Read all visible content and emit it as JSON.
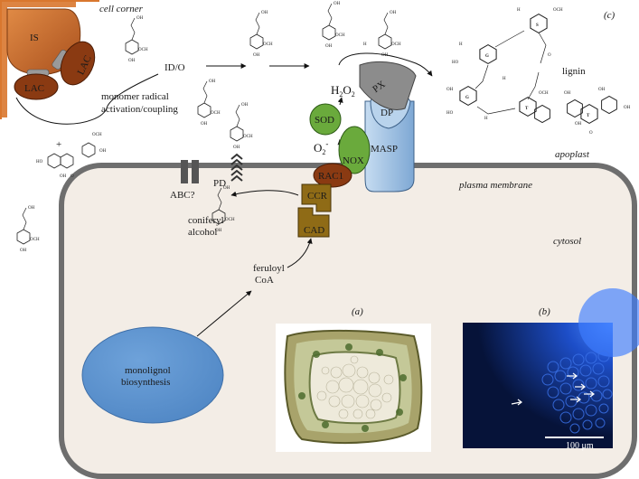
{
  "labels": {
    "cell_corner": "cell corner",
    "is": "IS",
    "lac_large": "LAC",
    "lac_small": "LAC",
    "id_o": "ID/O",
    "monomer_line1": "monomer radical",
    "monomer_line2": "activation/coupling",
    "plus": "+",
    "panel_c": "(c)",
    "lignin": "lignin",
    "px": "PX",
    "h2o2_h": "H",
    "h2o2_2a": "2",
    "h2o2_o": "O",
    "h2o2_2b": "2",
    "sod": "SOD",
    "o2": "O",
    "o2_sub": "2",
    "o2_sup": "-",
    "dp": "DP",
    "nox": "NOX",
    "masp": "MASP",
    "apoplast": "apoplast",
    "rac1": "RAC1",
    "plasma_membrane": "plasma membrane",
    "abc": "ABC?",
    "pd": "PD",
    "ccr": "CCR",
    "cad": "CAD",
    "coniferyl_line1": "coniferyl",
    "coniferyl_line2": "alcohol",
    "cytosol": "cytosol",
    "feruloyl_line1": "feruloyl",
    "feruloyl_line2": "CoA",
    "biosynthesis_line1": "monolignol",
    "biosynthesis_line2": "biosynthesis",
    "panel_a": "(a)",
    "panel_b": "(b)",
    "scale_bar": "100 μm"
  },
  "chem": {
    "oh": "OH",
    "och3": "OCH",
    "h3co": "H",
    "ho": "HO",
    "o": "O",
    "ring_g": "G",
    "ring_s": "S",
    "ring_t": "T"
  },
  "colors": {
    "is_orange": "#c86c2b",
    "lac_brown": "#8a3a12",
    "px_gray": "#8c8c8c",
    "masp_blue": "#9fc0e0",
    "sod_green": "#6aaa3c",
    "nox_green": "#6aaa3c",
    "rac1_brown": "#8a3a12",
    "ccr_olive": "#8f6b16",
    "biosynthesis_blue": "#5b93d0",
    "cell_fill": "#f3ede6",
    "cell_border": "#6e6e6e",
    "fluorescence_bg": "#081a4a"
  }
}
